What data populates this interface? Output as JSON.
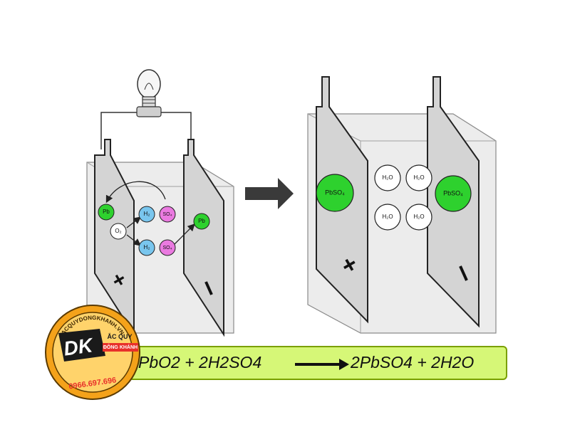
{
  "left_cell": {
    "particles": {
      "pb_left": "Pb",
      "pb_right": "Pb",
      "o2": "O₂",
      "h2_top": "H₂",
      "h2_bottom": "H₂",
      "so4_top": "SO₄",
      "so4_bottom": "SO₄"
    },
    "plate_marks": {
      "left": "+",
      "right": "−"
    }
  },
  "right_cell": {
    "particles": {
      "pbso4_left": "PbSO₄",
      "pbso4_right": "PbSO₄",
      "h2o_1": "H₂O",
      "h2o_2": "H₂O",
      "h2o_3": "H₂O",
      "h2o_4": "H₂O"
    },
    "plate_marks": {
      "left": "+",
      "right": "−"
    }
  },
  "equation": {
    "reactants": "PbO2 + 2H2SO4",
    "products": "2PbSO4 + 2H2O"
  },
  "logo": {
    "arc_text": "ACQUYDONGKHANH.VN",
    "initials": "DK",
    "brand_line1": "ẮC QUY",
    "brand_line2": "ĐÔNG KHÁNH",
    "phone": "0966.697.696"
  },
  "colors": {
    "green_ion": "#2ed12e",
    "blue_ion": "#79c6ee",
    "pink_ion": "#ea7ae0",
    "equation_bg": "#d6f777",
    "logo_orange": "#f4a21a"
  }
}
